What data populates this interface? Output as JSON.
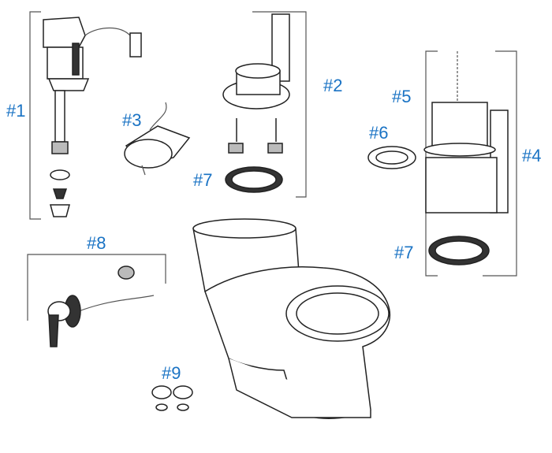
{
  "labels": {
    "fill_valve": "#1",
    "flapper_assembly_2": "#2",
    "flapper_3": "#3",
    "flush_valve": "#4",
    "canister": "#5",
    "seal": "#6",
    "gasket_a": "#7",
    "gasket_b": "#7",
    "trip_lever": "#8",
    "bolt_caps": "#9"
  },
  "colors": {
    "label": "#1a73c4",
    "line": "#555555"
  }
}
